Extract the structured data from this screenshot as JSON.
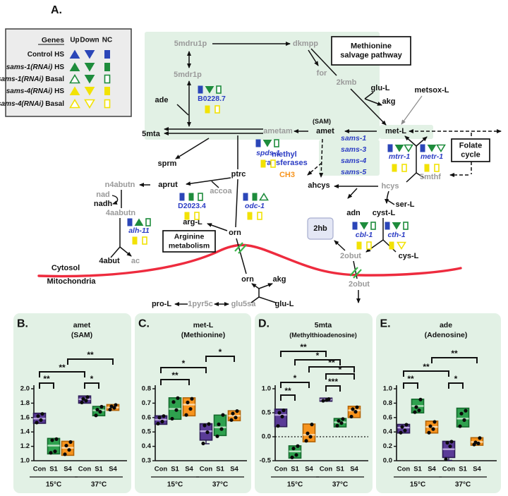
{
  "figure": {
    "panel_a_label": "A."
  },
  "colors": {
    "purple": "#5a3b97",
    "green": "#2ea14e",
    "orange": "#f7941e",
    "purple_stroke": "#2d1d55",
    "green_stroke": "#156a2d",
    "orange_stroke": "#b36407",
    "purple_median": "#bcaade",
    "green_median": "#b9e2c1",
    "orange_median": "#fbd9a8",
    "marker_blue": "#2b46b8",
    "marker_green": "#1e8c3c",
    "marker_yellow": "#f2e205",
    "gene_blue": "#2b3cc4",
    "ch3_orange": "#f7941d",
    "red_membrane": "#ee2b3e",
    "panel_bg": "#e2f1e5",
    "legend_bg": "#ececec",
    "hb_box_bg": "#e4e7f5"
  },
  "legend": {
    "header_genes": "Genes",
    "col_up": "Up",
    "col_down": "Down",
    "col_nc": "NC",
    "rows": [
      {
        "label_gene": "Control",
        "label_suffix": " HS",
        "italic": false,
        "color": "blue",
        "up": "filled",
        "down": "filled",
        "nc": "filled"
      },
      {
        "label_gene": "sams-1(RNAi)",
        "label_suffix": " HS",
        "italic": true,
        "color": "green",
        "up": "filled",
        "down": "filled",
        "nc": "filled"
      },
      {
        "label_gene": "sams-1(RNAi)",
        "label_suffix": " Basal",
        "italic": true,
        "color": "green",
        "up": "open",
        "down": "filled",
        "nc": "open"
      },
      {
        "label_gene": "sams-4(RNAi)",
        "label_suffix": " HS",
        "italic": true,
        "color": "yellow",
        "up": "filled",
        "down": "filled",
        "nc": "filled"
      },
      {
        "label_gene": "sams-4(RNAi)",
        "label_suffix": " Basal",
        "italic": true,
        "color": "yellow",
        "up": "open",
        "down": "open",
        "nc": "open"
      }
    ]
  },
  "pathway": {
    "boxes": [
      {
        "id": "salvage",
        "lines": [
          "Methionine",
          "salvage pathway"
        ]
      },
      {
        "id": "folate",
        "lines": [
          "Folate",
          "cycle"
        ]
      },
      {
        "id": "arginine",
        "lines": [
          "Arginine",
          "metabolism"
        ]
      },
      {
        "id": "hb",
        "lines": [
          "2hb"
        ]
      }
    ],
    "labels": [
      {
        "id": "5mdru1p",
        "text": "5mdru1p",
        "kind": "g"
      },
      {
        "id": "dkmpp",
        "text": "dkmpp",
        "kind": "g"
      },
      {
        "id": "5mdr1p",
        "text": "5mdr1p",
        "kind": "g"
      },
      {
        "id": "for",
        "text": "for",
        "kind": "g"
      },
      {
        "id": "2kmb",
        "text": "2kmb",
        "kind": "g"
      },
      {
        "id": "ametam",
        "text": "ametam",
        "kind": "g"
      },
      {
        "id": "n4abutn",
        "text": "n4abutn",
        "kind": "g"
      },
      {
        "id": "nad",
        "text": "nad",
        "kind": "g"
      },
      {
        "id": "4aabutn",
        "text": "4aabutn",
        "kind": "g"
      },
      {
        "id": "ac",
        "text": "ac",
        "kind": "g"
      },
      {
        "id": "accoa",
        "text": "accoa",
        "kind": "g"
      },
      {
        "id": "hcys",
        "text": "hcys",
        "kind": "g"
      },
      {
        "id": "5mthf",
        "text": "5mthf",
        "kind": "g"
      },
      {
        "id": "2obut-c",
        "text": "2obut",
        "kind": "g"
      },
      {
        "id": "2obut-m",
        "text": "2obut",
        "kind": "g"
      },
      {
        "id": "1pyr5c",
        "text": "1pyr5c",
        "kind": "g"
      },
      {
        "id": "glu5sa",
        "text": "glu5sa",
        "kind": "g"
      },
      {
        "id": "ade",
        "text": "ade",
        "kind": "m"
      },
      {
        "id": "5mta",
        "text": "5mta",
        "kind": "m"
      },
      {
        "id": "amet",
        "text": "amet",
        "kind": "m"
      },
      {
        "id": "sam",
        "text": "(SAM)",
        "kind": "s"
      },
      {
        "id": "met-L",
        "text": "met-L",
        "kind": "m"
      },
      {
        "id": "metsox-L",
        "text": "metsox-L",
        "kind": "m"
      },
      {
        "id": "glu-L-t",
        "text": "glu-L",
        "kind": "m"
      },
      {
        "id": "akg-t",
        "text": "akg",
        "kind": "m"
      },
      {
        "id": "sprm",
        "text": "sprm",
        "kind": "m"
      },
      {
        "id": "ptrc",
        "text": "ptrc",
        "kind": "m"
      },
      {
        "id": "aprut",
        "text": "aprut",
        "kind": "m"
      },
      {
        "id": "nadh",
        "text": "nadh",
        "kind": "m"
      },
      {
        "id": "4abut",
        "text": "4abut",
        "kind": "m"
      },
      {
        "id": "arg-L",
        "text": "arg-L",
        "kind": "m"
      },
      {
        "id": "orn-c",
        "text": "orn",
        "kind": "m"
      },
      {
        "id": "ahcys",
        "text": "ahcys",
        "kind": "m"
      },
      {
        "id": "adn",
        "text": "adn",
        "kind": "m"
      },
      {
        "id": "cyst-L",
        "text": "cyst-L",
        "kind": "m"
      },
      {
        "id": "ser-L",
        "text": "ser-L",
        "kind": "m"
      },
      {
        "id": "cys-L",
        "text": "cys-L",
        "kind": "m"
      },
      {
        "id": "orn-m",
        "text": "orn",
        "kind": "m"
      },
      {
        "id": "akg-m",
        "text": "akg",
        "kind": "m"
      },
      {
        "id": "glu-L-b",
        "text": "glu-L",
        "kind": "m"
      },
      {
        "id": "pro-L",
        "text": "pro-L",
        "kind": "m"
      },
      {
        "id": "cytosol",
        "text": "Cytosol",
        "kind": "m"
      },
      {
        "id": "mitochondria",
        "text": "Mitochondria",
        "kind": "m"
      },
      {
        "id": "methyl",
        "text": "methyl",
        "kind": "bb"
      },
      {
        "id": "transferases",
        "text": "transferases",
        "kind": "bb"
      },
      {
        "id": "ch3",
        "text": "CH3",
        "kind": "og"
      }
    ],
    "genes": [
      {
        "id": "B0228.7",
        "label": "B0228.7",
        "italic": false,
        "markers_top": [
          "blue-sq",
          "green-dn",
          "green-sq-open"
        ],
        "markers_bottom": [
          "yellow-sq",
          "yellow-sq-open"
        ]
      },
      {
        "id": "spds-1",
        "label": "spds-1",
        "italic": true,
        "markers_top": [
          "blue-sq",
          "green-dn",
          "green-sq-open"
        ],
        "markers_bottom": [
          "yellow-sq",
          "yellow-sq-open"
        ]
      },
      {
        "id": "D2023.4",
        "label": "D2023.4",
        "italic": false,
        "markers_top": [
          "blue-sq",
          "green-sq",
          "green-sq-open"
        ],
        "markers_bottom": [
          "yellow-sq",
          "yellow-sq-open"
        ]
      },
      {
        "id": "odc-1",
        "label": "odc-1",
        "italic": true,
        "markers_top": [
          "blue-sq",
          "green-sq",
          "green-up-open"
        ],
        "markers_bottom": [
          "yellow-sq",
          "yellow-sq-open"
        ]
      },
      {
        "id": "alh-11",
        "label": "alh-11",
        "italic": true,
        "markers_top": [
          "blue-sq",
          "green-up",
          "green-sq-open"
        ],
        "markers_bottom": [
          "yellow-sq",
          "yellow-sq-open"
        ]
      },
      {
        "id": "mtrr-1",
        "label": "mtrr-1",
        "italic": true,
        "markers_top": [
          "blue-sq",
          "green-dn",
          "green-dn-open"
        ],
        "markers_bottom": [
          "yellow-sq",
          "yellow-sq-open"
        ]
      },
      {
        "id": "metr-1",
        "label": "metr-1",
        "italic": true,
        "markers_top": [
          "blue-sq",
          "green-dn",
          "green-dn-open"
        ],
        "markers_bottom": [
          "yellow-sq",
          "yellow-sq-open"
        ]
      },
      {
        "id": "cbl-1",
        "label": "cbl-1",
        "italic": true,
        "markers_top": [
          "blue-sq",
          "green-dn",
          "green-sq-open"
        ],
        "markers_bottom": [
          "yellow-sq",
          "yellow-sq-open"
        ]
      },
      {
        "id": "cth-1",
        "label": "cth-1",
        "italic": true,
        "markers_top": [
          "blue-sq",
          "green-dn",
          "green-sq-open"
        ],
        "markers_bottom": [
          "yellow-sq",
          "yellow-dn-open"
        ]
      },
      {
        "id": "sams-1",
        "label": "sams-1",
        "italic": true
      },
      {
        "id": "sams-3",
        "label": "sams-3",
        "italic": true
      },
      {
        "id": "sams-4",
        "label": "sams-4",
        "italic": true
      },
      {
        "id": "sams-5",
        "label": "sams-5",
        "italic": true
      }
    ]
  },
  "chart_data": [
    {
      "type": "box",
      "id": "B",
      "panel": "B.",
      "title": "amet",
      "subtitle": "(SAM)",
      "ylim": [
        1.0,
        2.0
      ],
      "yticks": [
        "2.0",
        "1.8",
        "1.6",
        "1.4",
        "1.2",
        "1.0"
      ],
      "categories": [
        "Con",
        "S1",
        "S4",
        "Con",
        "S1",
        "S4"
      ],
      "group_labels": [
        "15°C",
        "37°C"
      ],
      "zero_line": false,
      "boxes": [
        {
          "lo": 1.52,
          "hi": 1.66,
          "med": 1.585,
          "points": [
            1.53,
            1.565,
            1.62,
            1.65
          ]
        },
        {
          "lo": 1.095,
          "hi": 1.31,
          "med": 1.21,
          "points": [
            1.11,
            1.13,
            1.285,
            1.3
          ]
        },
        {
          "lo": 1.075,
          "hi": 1.27,
          "med": 1.18,
          "points": [
            1.09,
            1.15,
            1.21,
            1.26
          ]
        },
        {
          "lo": 1.8,
          "hi": 1.9,
          "med": 1.855,
          "points": [
            1.81,
            1.835,
            1.86,
            1.885
          ]
        },
        {
          "lo": 1.625,
          "hi": 1.755,
          "med": 1.7,
          "points": [
            1.63,
            1.68,
            1.71,
            1.75
          ]
        },
        {
          "lo": 1.7,
          "hi": 1.78,
          "med": 1.74,
          "points": [
            1.71,
            1.735,
            1.755,
            1.775
          ]
        }
      ],
      "brackets": [
        {
          "a": 0,
          "b": 1,
          "sig": "**",
          "row": 0
        },
        {
          "a": 3,
          "b": 4,
          "sig": "*",
          "row": 0
        },
        {
          "a": 0,
          "b": 3,
          "sig": "**",
          "row": 1
        },
        {
          "a": 2,
          "b": 5,
          "sig": "**",
          "row": 2
        }
      ]
    },
    {
      "type": "box",
      "id": "C",
      "panel": "C.",
      "title": "met-L",
      "subtitle": "(Methionine)",
      "ylim": [
        0.3,
        0.8
      ],
      "yticks": [
        "0.8",
        "0.7",
        "0.6",
        "0.5",
        "0.4",
        "0.3"
      ],
      "categories": [
        "Con",
        "S1",
        "S4",
        "Con",
        "S1",
        "S4"
      ],
      "group_labels": [
        "15°C",
        "37°C"
      ],
      "zero_line": false,
      "boxes": [
        {
          "lo": 0.553,
          "hi": 0.612,
          "med": 0.585,
          "points": [
            0.558,
            0.572,
            0.6,
            0.61
          ]
        },
        {
          "lo": 0.588,
          "hi": 0.737,
          "med": 0.66,
          "points": [
            0.592,
            0.652,
            0.708,
            0.735
          ]
        },
        {
          "lo": 0.612,
          "hi": 0.737,
          "med": 0.69,
          "points": [
            0.618,
            0.66,
            0.705,
            0.73
          ]
        },
        {
          "lo": 0.443,
          "hi": 0.557,
          "med": 0.505,
          "wlo": 0.418,
          "points": [
            0.42,
            0.498,
            0.545,
            0.555
          ]
        },
        {
          "lo": 0.475,
          "hi": 0.617,
          "med": 0.532,
          "points": [
            0.47,
            0.52,
            0.553,
            0.618
          ]
        },
        {
          "lo": 0.578,
          "hi": 0.647,
          "med": 0.612,
          "points": [
            0.583,
            0.6,
            0.628,
            0.645
          ]
        }
      ],
      "brackets": [
        {
          "a": 0,
          "b": 2,
          "sig": "**",
          "row": 0
        },
        {
          "a": 0,
          "b": 3,
          "sig": "*",
          "row": 1
        },
        {
          "a": 3,
          "b": 5,
          "sig": "*",
          "row": 2
        }
      ]
    },
    {
      "type": "box",
      "id": "D",
      "panel": "D.",
      "title": "5mta",
      "subtitle": "(Methylthioadenosine)",
      "ylim": [
        -0.5,
        1.0
      ],
      "yticks": [
        "1.0",
        "0.5",
        "0.0",
        "-0.5"
      ],
      "categories": [
        "Con",
        "S1",
        "S4",
        "Con",
        "S1",
        "S4"
      ],
      "group_labels": [
        "15°C",
        "37°C"
      ],
      "zero_line": true,
      "boxes": [
        {
          "lo": 0.21,
          "hi": 0.575,
          "med": 0.455,
          "points": [
            0.225,
            0.42,
            0.5,
            0.55
          ]
        },
        {
          "lo": -0.445,
          "hi": -0.19,
          "med": -0.305,
          "points": [
            -0.43,
            -0.38,
            -0.245,
            -0.195
          ]
        },
        {
          "lo": -0.105,
          "hi": 0.265,
          "med": 0.04,
          "points": [
            -0.085,
            0.0,
            0.07,
            0.255
          ]
        },
        {
          "lo": 0.74,
          "hi": 0.805,
          "med": 0.775,
          "points": [
            0.75,
            0.765,
            0.785
          ]
        },
        {
          "lo": 0.205,
          "hi": 0.38,
          "med": 0.3,
          "points": [
            0.23,
            0.285,
            0.33,
            0.37
          ]
        },
        {
          "lo": 0.4,
          "hi": 0.635,
          "med": 0.55,
          "points": [
            0.42,
            0.52,
            0.575,
            0.615
          ]
        }
      ],
      "brackets": [
        {
          "a": 0,
          "b": 1,
          "sig": "**",
          "row": 0
        },
        {
          "a": 3,
          "b": 4,
          "sig": "***",
          "row": 1
        },
        {
          "a": 0,
          "b": 2,
          "sig": "*",
          "row": 2
        },
        {
          "a": 3,
          "b": 5,
          "sig": "*",
          "row": 3
        },
        {
          "a": 2,
          "b": 5,
          "sig": "**",
          "row": 4
        },
        {
          "a": 1,
          "b": 4,
          "sig": "*",
          "row": 5
        },
        {
          "a": 0,
          "b": 3,
          "sig": "**",
          "row": 6
        }
      ]
    },
    {
      "type": "box",
      "id": "E",
      "panel": "E.",
      "title": "ade",
      "subtitle": "(Adenosine)",
      "ylim": [
        0.0,
        1.0
      ],
      "yticks": [
        "1.0",
        "0.8",
        "0.6",
        "0.4",
        "0.2",
        "0.0"
      ],
      "categories": [
        "Con",
        "S1",
        "S4",
        "Con",
        "S1",
        "S4"
      ],
      "group_labels": [
        "15°C",
        "37°C"
      ],
      "zero_line": false,
      "boxes": [
        {
          "lo": 0.385,
          "hi": 0.505,
          "med": 0.46,
          "points": [
            0.39,
            0.42,
            0.47,
            0.5
          ]
        },
        {
          "lo": 0.665,
          "hi": 0.855,
          "med": 0.76,
          "points": [
            0.675,
            0.7,
            0.745,
            0.85
          ]
        },
        {
          "lo": 0.385,
          "hi": 0.55,
          "med": 0.47,
          "points": [
            0.39,
            0.44,
            0.48,
            0.54
          ]
        },
        {
          "lo": 0.045,
          "hi": 0.27,
          "med": 0.16,
          "wlo": 0.005,
          "points": [
            0.02,
            0.2,
            0.25,
            0.265
          ]
        },
        {
          "lo": 0.47,
          "hi": 0.73,
          "med": 0.585,
          "points": [
            0.48,
            0.565,
            0.655,
            0.695
          ]
        },
        {
          "lo": 0.215,
          "hi": 0.32,
          "med": 0.26,
          "points": [
            0.225,
            0.24,
            0.255,
            0.315
          ]
        }
      ],
      "brackets": [
        {
          "a": 0,
          "b": 1,
          "sig": "**",
          "row": 0
        },
        {
          "a": 3,
          "b": 4,
          "sig": "*",
          "row": 0
        },
        {
          "a": 0,
          "b": 3,
          "sig": "**",
          "row": 1
        },
        {
          "a": 2,
          "b": 5,
          "sig": "**",
          "row": 2
        }
      ]
    }
  ]
}
